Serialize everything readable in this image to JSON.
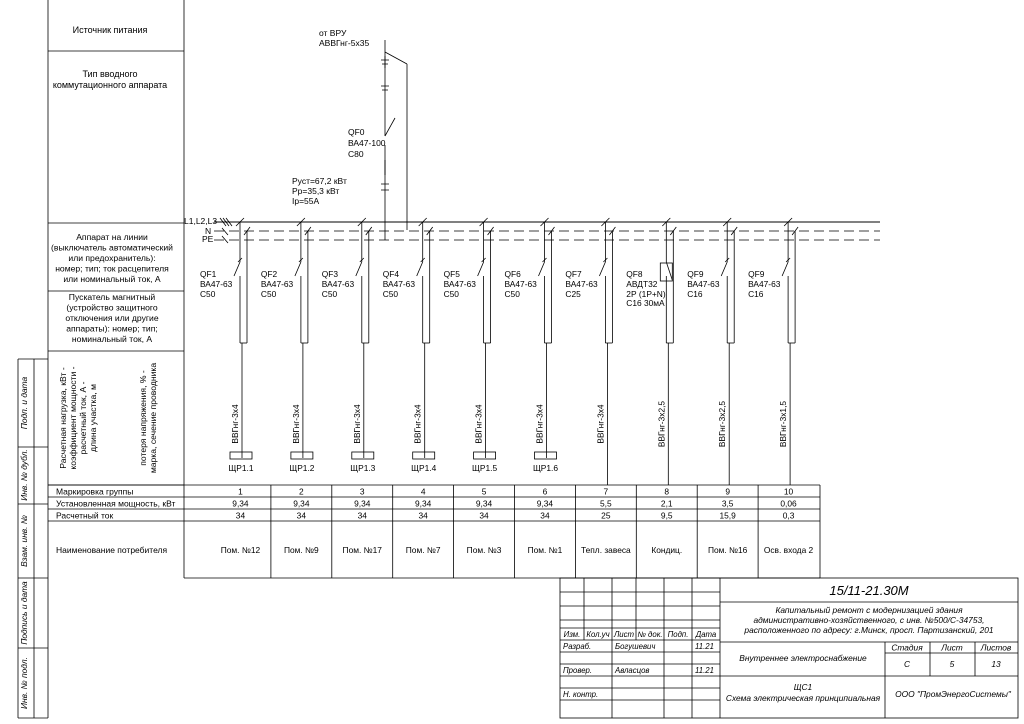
{
  "left_header": {
    "source": "Источник питания",
    "input_type": [
      "Тип вводного",
      "коммутационного аппарата"
    ],
    "line_device": [
      "Аппарат на линии",
      "(выключатель автоматический",
      "или предохранитель):",
      "номер; тип; ток расцепителя",
      "или номинальный ток, А"
    ],
    "starter": [
      "Пускатель магнитный",
      "(устройство защитного",
      "отключения или другие",
      "аппараты): номер; тип;",
      "номинальный ток, А"
    ],
    "load_vertical": [
      "Расчетная нагрузка, кВт -",
      "коэффициент мощности -",
      "расчетный ток, А -",
      "длина участка, м"
    ],
    "drop_vertical": [
      "потеря напряжения, % -",
      "марка, сечение проводника"
    ]
  },
  "stamp_side": [
    "Подп. и дата",
    "Инв. № дубл.",
    "Взам. инв. №",
    "Подпись и дата",
    "Инв. № подл."
  ],
  "input": {
    "from": "от ВРУ",
    "cable": "АВВГнг-5х35",
    "breaker_id": "QF0",
    "breaker_type": "ВА47-100",
    "breaker_rating": "С80",
    "p_inst": "Руст=67,2 кВт",
    "p_calc": "Рр=35,3 кВт",
    "i_calc": "Iр=55А"
  },
  "bus_labels": {
    "phases": "L1,L2,L3",
    "n": "N",
    "pe": "PE"
  },
  "table_headers": {
    "group": "Маркировка группы",
    "power": "Установленная мощность, кВт",
    "current": "Расчетный ток",
    "consumer": "Наименование потребителя"
  },
  "groups": [
    {
      "id": "QF1",
      "type": "ВА47-63",
      "rating": "С50",
      "extra": "",
      "cable": "ВВГнг-3х4",
      "panel": "ЩР1.1",
      "mark": "1",
      "power": "9,34",
      "current": "34",
      "consumer": "Пом. №12",
      "rcd": false
    },
    {
      "id": "QF2",
      "type": "ВА47-63",
      "rating": "С50",
      "extra": "",
      "cable": "ВВГнг-3х4",
      "panel": "ЩР1.2",
      "mark": "2",
      "power": "9,34",
      "current": "34",
      "consumer": "Пом. №9",
      "rcd": false
    },
    {
      "id": "QF3",
      "type": "ВА47-63",
      "rating": "С50",
      "extra": "",
      "cable": "ВВГнг-3х4",
      "panel": "ЩР1.3",
      "mark": "3",
      "power": "9,34",
      "current": "34",
      "consumer": "Пом. №17",
      "rcd": false
    },
    {
      "id": "QF4",
      "type": "ВА47-63",
      "rating": "С50",
      "extra": "",
      "cable": "ВВГнг-3х4",
      "panel": "ЩР1.4",
      "mark": "4",
      "power": "9,34",
      "current": "34",
      "consumer": "Пом. №7",
      "rcd": false
    },
    {
      "id": "QF5",
      "type": "ВА47-63",
      "rating": "С50",
      "extra": "",
      "cable": "ВВГнг-3х4",
      "panel": "ЩР1.5",
      "mark": "5",
      "power": "9,34",
      "current": "34",
      "consumer": "Пом. №3",
      "rcd": false
    },
    {
      "id": "QF6",
      "type": "ВА47-63",
      "rating": "С50",
      "extra": "",
      "cable": "ВВГнг-3х4",
      "panel": "ЩР1.6",
      "mark": "6",
      "power": "9,34",
      "current": "34",
      "consumer": "Пом. №1",
      "rcd": false
    },
    {
      "id": "QF7",
      "type": "ВА47-63",
      "rating": "С25",
      "extra": "",
      "cable": "ВВГнг-3х4",
      "panel": "",
      "mark": "7",
      "power": "5,5",
      "current": "25",
      "consumer": "Тепл. завеса",
      "rcd": false
    },
    {
      "id": "QF8",
      "type": "АВДТ32",
      "rating": "2Р (1Р+N)",
      "extra": "С16 30мА",
      "cable": "ВВГнг-3х2,5",
      "panel": "",
      "mark": "8",
      "power": "2,1",
      "current": "9,5",
      "consumer": "Кондиц.",
      "rcd": true
    },
    {
      "id": "QF9",
      "type": "ВА47-63",
      "rating": "С16",
      "extra": "",
      "cable": "ВВГнг-3х2,5",
      "panel": "",
      "mark": "9",
      "power": "3,5",
      "current": "15,9",
      "consumer": "Пом. №16",
      "rcd": false
    },
    {
      "id": "QF9",
      "type": "ВА47-63",
      "rating": "С16",
      "extra": "",
      "cable": "ВВГнг-3х1,5",
      "panel": "",
      "mark": "10",
      "power": "0,06",
      "current": "0,3",
      "consumer": "Осв. входа 2",
      "rcd": false
    }
  ],
  "title_block": {
    "doc_code": "15/11-21.30М",
    "description": [
      "Капитальный ремонт с модернизацией здания",
      "административно-хозяйственного, с инв. №500/С-34753,",
      "расположенного по адресу: г.Минск, просп. Партизанский, 201"
    ],
    "col_headers": [
      "Изм.",
      "Кол.уч",
      "Лист",
      "№ док.",
      "Подп.",
      "Дата"
    ],
    "rows": [
      {
        "role": "Разраб.",
        "name": "Богушевич",
        "date": "11.21"
      },
      {
        "role": "Провер.",
        "name": "Авласцов",
        "date": "11.21"
      },
      {
        "role": "Н. контр.",
        "name": "",
        "date": ""
      }
    ],
    "section": "Внутреннее электроснабжение",
    "stage_label": "Стадия",
    "sheet_label": "Лист",
    "sheets_label": "Листов",
    "stage": "С",
    "sheet": "5",
    "sheets": "13",
    "drawing": [
      "ЩС1",
      "Схема электрическая принципиальная"
    ],
    "company": "ООО \"ПромЭнергоСистемы\""
  }
}
